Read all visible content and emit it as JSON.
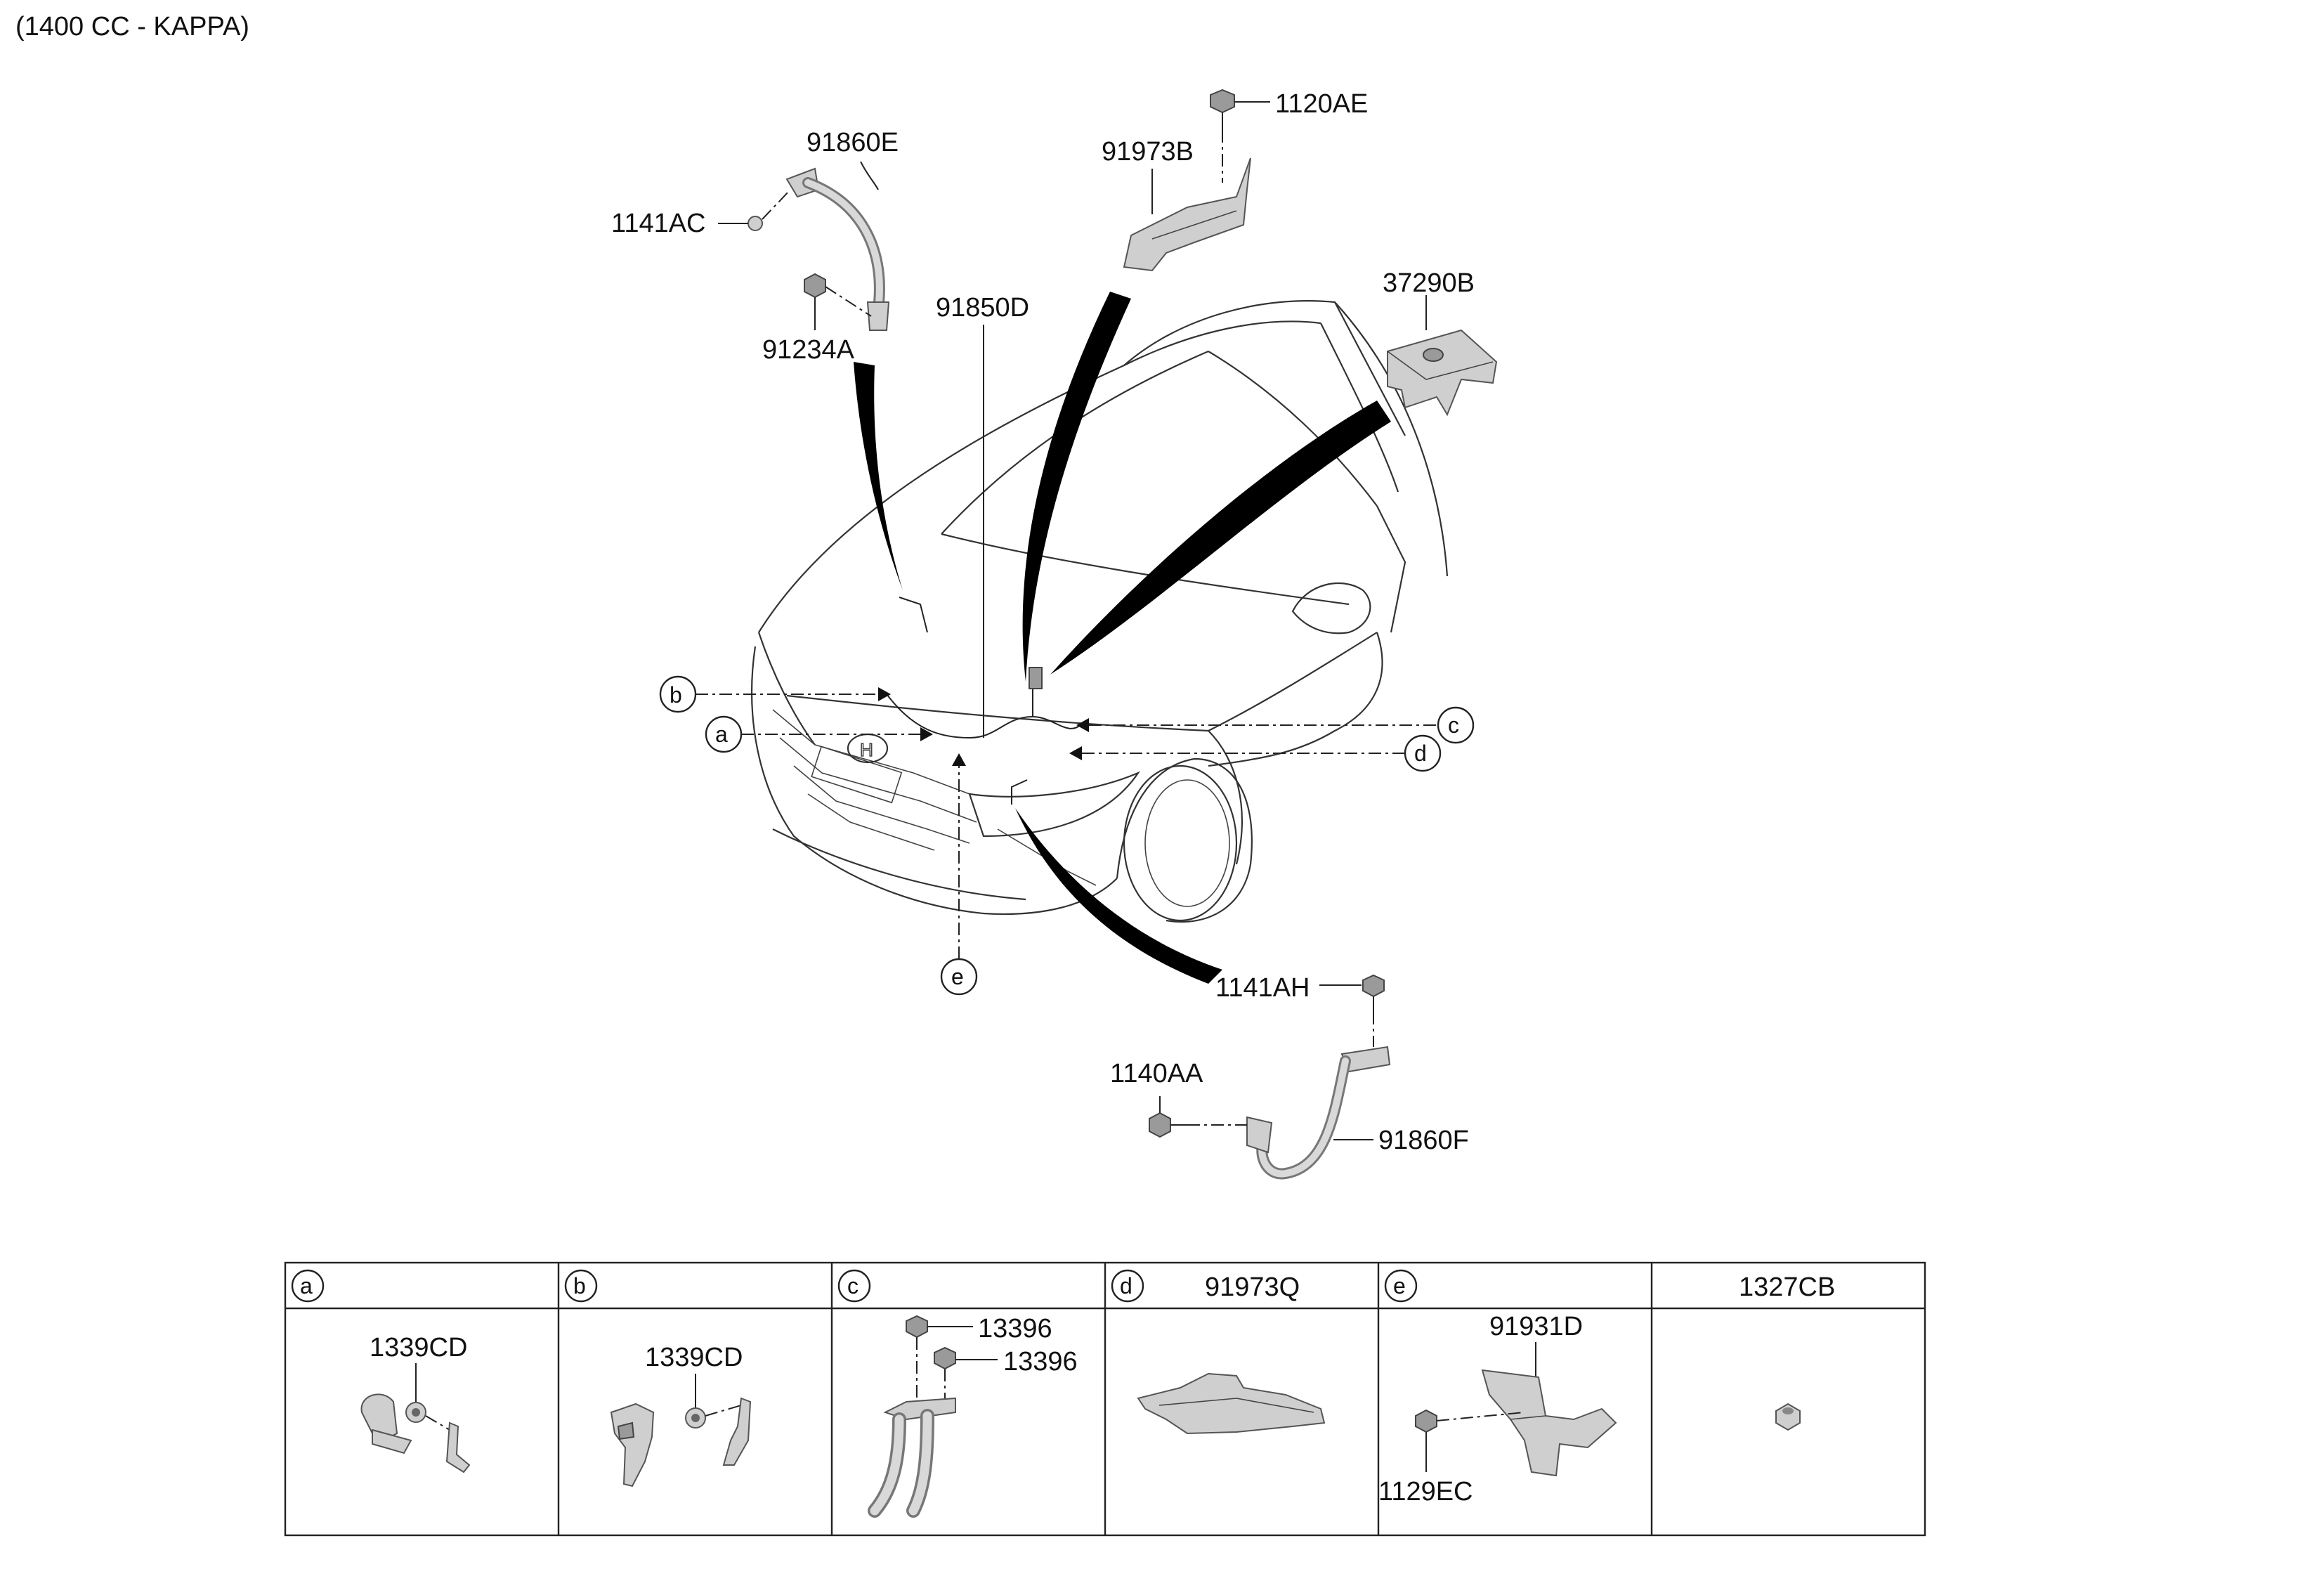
{
  "header": {
    "engine": "(1400 CC - KAPPA)"
  },
  "labels": {
    "p91860E": "91860E",
    "p1141AC": "1141AC",
    "p91234A": "91234A",
    "p1120AE": "1120AE",
    "p91973B": "91973B",
    "p91850D": "91850D",
    "p37290B": "37290B",
    "p1141AH": "1141AH",
    "p1140AA": "1140AA",
    "p91860F": "91860F"
  },
  "callouts": {
    "a": "a",
    "b": "b",
    "c": "c",
    "d": "d",
    "e": "e"
  },
  "table": {
    "cells": [
      {
        "letter": "a",
        "title": "",
        "parts": [
          "1339CD"
        ]
      },
      {
        "letter": "b",
        "title": "",
        "parts": [
          "1339CD"
        ]
      },
      {
        "letter": "c",
        "title": "",
        "parts": [
          "13396",
          "13396"
        ]
      },
      {
        "letter": "d",
        "title": "91973Q",
        "parts": []
      },
      {
        "letter": "e",
        "title": "",
        "parts": [
          "91931D",
          "1129EC"
        ]
      },
      {
        "letter": "",
        "title": "1327CB",
        "parts": []
      }
    ]
  }
}
